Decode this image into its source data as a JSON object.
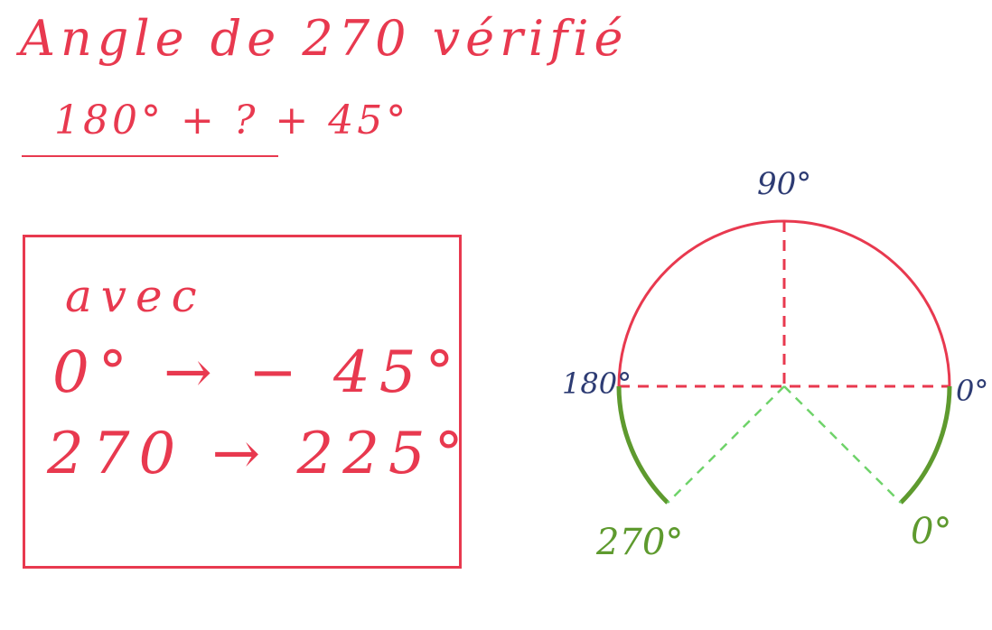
{
  "colors": {
    "red": "#e8394f",
    "green": "#5e9a2e",
    "green_dashed": "#6fd36a",
    "blue": "#2d3b73"
  },
  "title": "Angle de 270 vérifié",
  "formula": "180° + ? + 45°",
  "box": {
    "lines": [
      "avec",
      "0° → − 45°",
      "270 → 225°"
    ]
  },
  "diagram": {
    "labels": {
      "top": "90°",
      "left": "180°",
      "right": "0°",
      "bottom_left": "270°",
      "bottom_right": "0°"
    }
  }
}
